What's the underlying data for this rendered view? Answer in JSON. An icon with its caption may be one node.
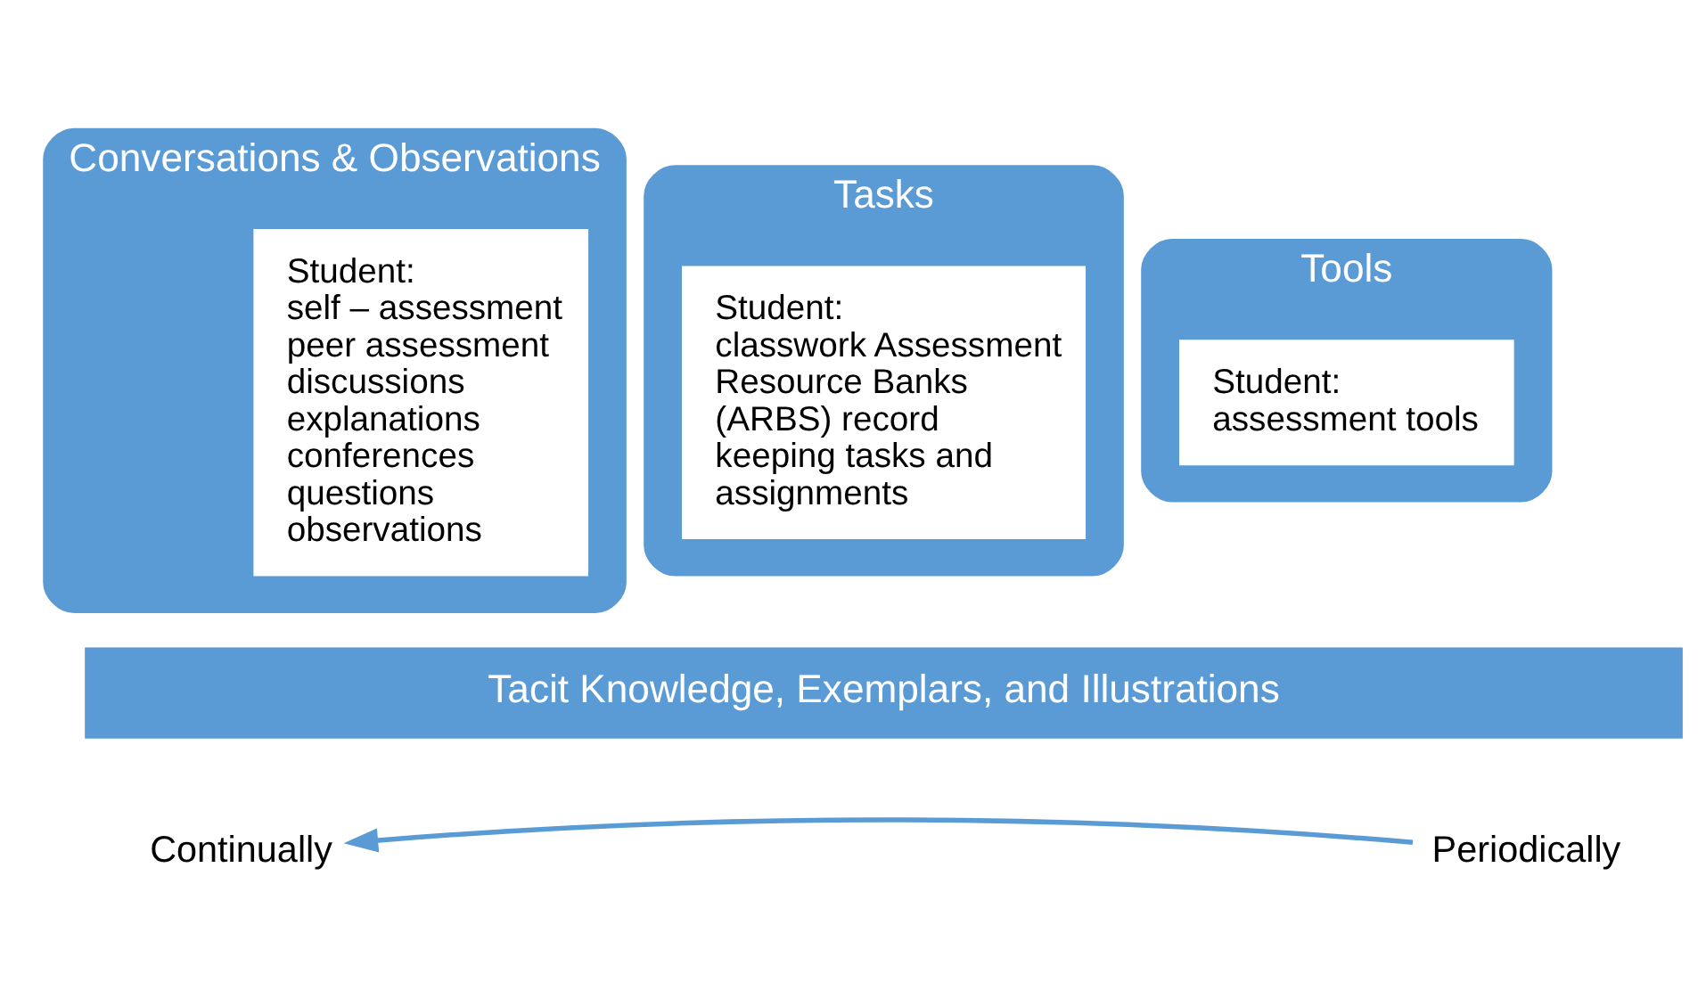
{
  "diagram": {
    "nodes": [
      {
        "text": [
          "Conversations & Observations"
        ]
      },
      {
        "text": [
          "Student:",
          "self – assessment peer assessment discussions explanations conferences questions observations"
        ],
        "in": 0
      },
      {
        "text": [
          "Tasks"
        ]
      },
      {
        "text": [
          "Student:",
          "classwork Assessment Resource Banks (ARBS) record keeping tasks and assignments"
        ],
        "in": 2
      },
      {
        "text": [
          "Tools"
        ]
      },
      {
        "text": [
          "Student:",
          "assessment tools"
        ],
        "in": 4
      },
      {
        "text": [
          "Tacit Knowledge, Exemplars, and Illustrations"
        ]
      },
      {
        "text": [
          "Continually"
        ]
      },
      {
        "text": [
          "Periodically"
        ]
      }
    ],
    "edges": [
      {
        "from": 8,
        "to": 7,
        "arrow": "to"
      }
    ]
  }
}
